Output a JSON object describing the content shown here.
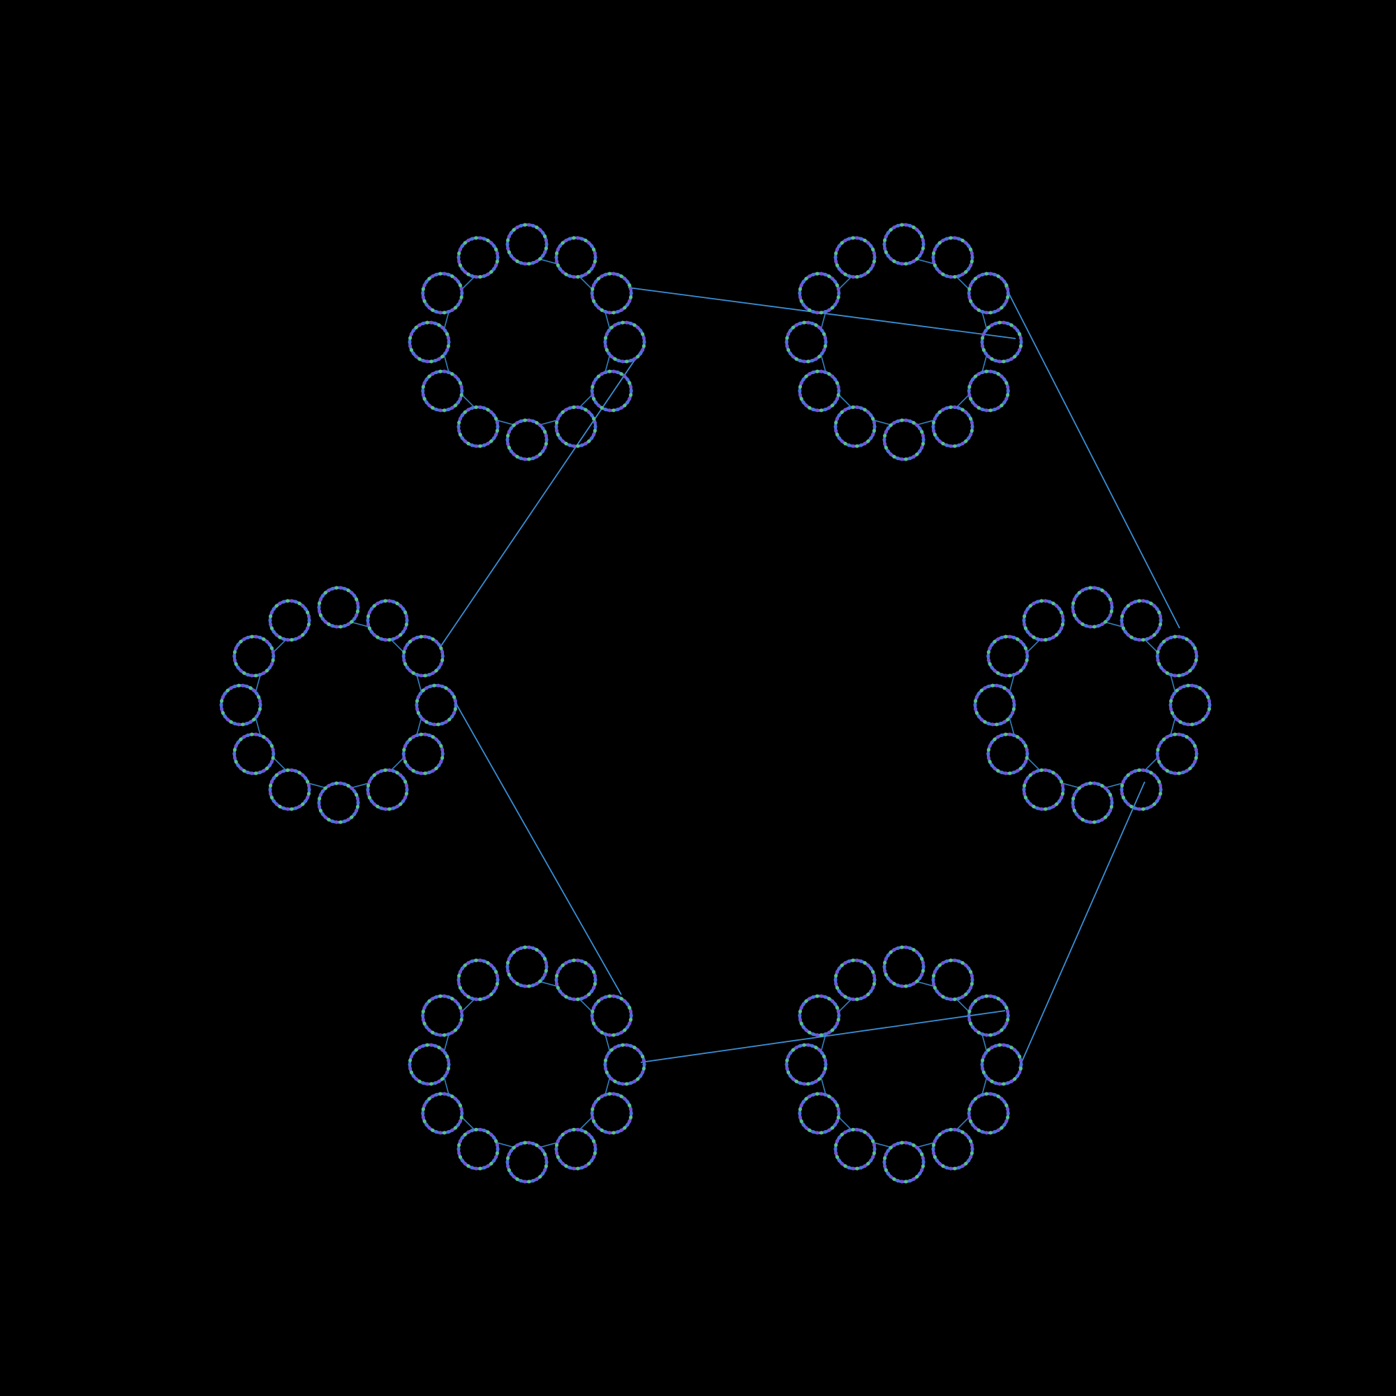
{
  "diagram": {
    "type": "nested-ring-graph",
    "background_color": "#000000",
    "colors": {
      "edge": "#3a8fd6",
      "ring": "#3f7fd0",
      "bead_a": "#4f6fe0",
      "bead_b": "#5ac08a",
      "bead_c": "#7a4fd6"
    },
    "cluster_count": 6,
    "rings_per_cluster": 12,
    "beads_per_ring": 30,
    "clusters": [
      {
        "id": "cluster-top-left"
      },
      {
        "id": "cluster-top-right"
      },
      {
        "id": "cluster-left"
      },
      {
        "id": "cluster-right"
      },
      {
        "id": "cluster-bottom-left"
      },
      {
        "id": "cluster-bottom-right"
      }
    ],
    "inter_cluster_links": [
      {
        "from": "cluster-top-left",
        "to": "cluster-top-right"
      },
      {
        "from": "cluster-top-right",
        "to": "cluster-right"
      },
      {
        "from": "cluster-right",
        "to": "cluster-bottom-right"
      },
      {
        "from": "cluster-bottom-right",
        "to": "cluster-bottom-left"
      },
      {
        "from": "cluster-bottom-left",
        "to": "cluster-left"
      },
      {
        "from": "cluster-left",
        "to": "cluster-top-left"
      }
    ]
  }
}
